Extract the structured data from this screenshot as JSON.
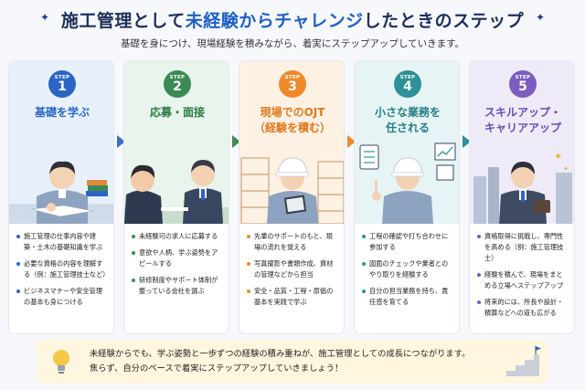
{
  "header": {
    "title_pre": "施工管理として",
    "title_highlight": "未経験からチャレンジ",
    "title_post": "したときのステップ",
    "subtitle": "基礎を身につけ、現場経験を積みながら、着実にステップアップしていきます。"
  },
  "steps": [
    {
      "label": "STEP",
      "number": "1",
      "title_line1": "基礎を学ぶ",
      "title_line2": "",
      "items": [
        "施工管理の仕事内容や建築・土木の基礎知識を学ぶ",
        "必要な資格の内容を理解する（例：施工管理技士など）",
        "ビジネスマナーや安全管理の基本も身につける"
      ]
    },
    {
      "label": "STEP",
      "number": "2",
      "title_line1": "応募・面接",
      "title_line2": "",
      "items": [
        "未経験可の求人に応募する",
        "意欲や人柄、学ぶ姿勢をアピールする",
        "研修制度やサポート体制が整っている会社を選ぶ"
      ]
    },
    {
      "label": "STEP",
      "number": "3",
      "title_line1": "現場でのOJT",
      "title_line2": "（経験を積む）",
      "items": [
        "先輩のサポートのもと、現場の流れを覚える",
        "写真撮影や書類作成、資材の管理などから担当",
        "安全・品質・工程・原価の基本を実践で学ぶ"
      ]
    },
    {
      "label": "STEP",
      "number": "4",
      "title_line1": "小さな業務を",
      "title_line2": "任される",
      "items": [
        "工程の確認や打ち合わせに参加する",
        "図面のチェックや業者とのやり取りを経験する",
        "自分の担当業務を持ち、責任感を育てる"
      ]
    },
    {
      "label": "STEP",
      "number": "5",
      "title_line1": "スキルアップ・",
      "title_line2": "キャリアアップ",
      "items": [
        "資格取得に挑戦し、専門性を高める（例：施工管理技士）",
        "経験を積んで、現場をまとめる立場へステップアップ",
        "将来的には、所長や設計・積算などへの道も広がる"
      ]
    }
  ],
  "footer": {
    "line1": "未経験からでも、学ぶ姿勢と一歩ずつの経験の積み重ねが、施工管理としての成長につながります。",
    "line2": "焦らず、自分のペースで着実にステップアップしていきましょう！"
  },
  "colors": {
    "step1": "#2b66c4",
    "step2": "#3b8a55",
    "step3": "#ee8a2a",
    "step4": "#2e9197",
    "step5": "#7b5cc0",
    "title_highlight": "#1f5fc4"
  }
}
